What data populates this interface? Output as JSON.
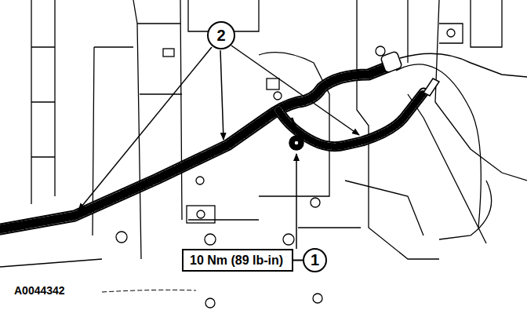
{
  "diagram": {
    "nodes": [
      {
        "text": [
          "2"
        ]
      },
      {
        "text": [
          "10 Nm (89 lb-in)"
        ]
      },
      {
        "text": [
          "1"
        ]
      }
    ],
    "edges": [
      {
        "from": 1,
        "to": 2,
        "arrow": "none"
      }
    ],
    "labels": [
      "A0044342"
    ]
  }
}
